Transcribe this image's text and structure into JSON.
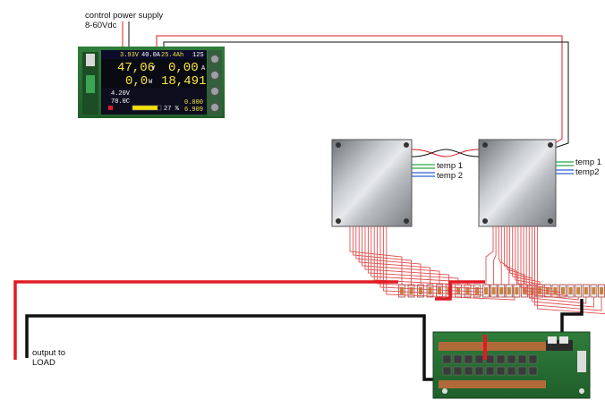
{
  "labels": {
    "control_supply_line1": "control  power supply",
    "control_supply_line2": "8-60Vdc",
    "output_line1": "output to",
    "output_line2": "LOAD",
    "left_temp1": "temp 1",
    "left_temp2": "temp 2",
    "right_temp1": "temp 1",
    "right_temp2": "temp2"
  },
  "meter": {
    "row1_voltage": "3.93V",
    "row1_current": "40.0A",
    "row1_capacity": "25.4Ah",
    "row1_cells": "12S",
    "pack_voltage": "47,06",
    "pack_voltage_unit": "V",
    "pack_current": "0,00",
    "pack_current_unit": "A",
    "power": "0,0",
    "power_unit": "W",
    "energy": "18,491",
    "cell_max": "4.20V",
    "cell_temp": "70.0C",
    "percent": "27 %",
    "val_a": "0.000",
    "val_b": "6.909",
    "soc_fraction": 0.27
  },
  "colors": {
    "positive_wire": "#e01b24",
    "negative_wire": "#111111",
    "balance_wire": "#e05050",
    "temp_green": "#2aa84a",
    "temp_blue": "#2e5fd0"
  }
}
